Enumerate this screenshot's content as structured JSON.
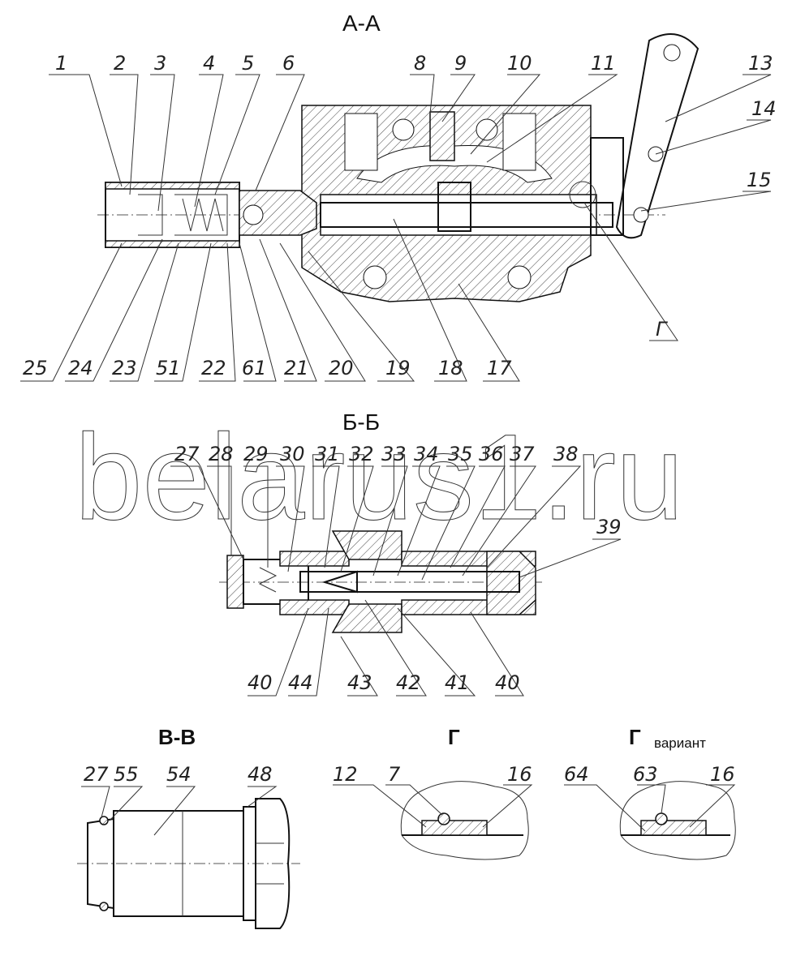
{
  "sections": {
    "aa": {
      "title": "А-А",
      "top_callouts": [
        "1",
        "2",
        "3",
        "4",
        "5",
        "6",
        "8",
        "9",
        "10",
        "11",
        "13",
        "14",
        "15"
      ],
      "bottom_callouts": [
        "25",
        "24",
        "23",
        "51",
        "22",
        "61",
        "21",
        "20",
        "19",
        "18",
        "17",
        "Г"
      ]
    },
    "bb": {
      "title": "Б-Б",
      "top_callouts": [
        "27",
        "28",
        "29",
        "30",
        "31",
        "32",
        "33",
        "34",
        "35",
        "36",
        "37",
        "38",
        "39"
      ],
      "bottom_callouts": [
        "40",
        "44",
        "43",
        "42",
        "41",
        "40"
      ]
    },
    "vv": {
      "title": "В-В",
      "callouts": [
        "27",
        "55",
        "54",
        "48"
      ]
    },
    "g": {
      "title": "Г",
      "callouts": [
        "12",
        "7",
        "16"
      ]
    },
    "gv": {
      "title": "Г",
      "subtitle": "вариант",
      "callouts": [
        "64",
        "63",
        "16"
      ]
    }
  },
  "watermark": "belarus1.ru"
}
